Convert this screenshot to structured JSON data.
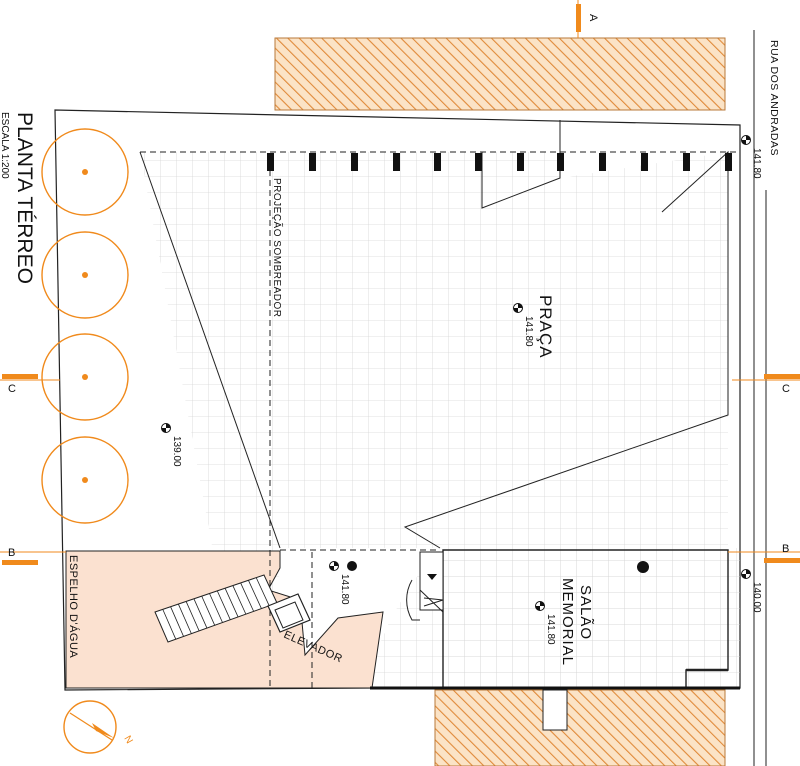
{
  "title": "PLANTA TÉRREO",
  "scale": "ESCALA 1:200",
  "street": "RUA DOS ANDRADAS",
  "colors": {
    "accent": "#f08a1c",
    "hatch_fill": "#fbe3c6",
    "water_fill": "#fbe1d0",
    "grid": "#d6d6d6",
    "line": "#222222"
  },
  "rooms": {
    "praca": "PRAÇA",
    "salao_line1": "SALÃO",
    "salao_line2": "MEMORIAL",
    "espelho": "ESPELHO D'ÁGUA",
    "elevador": "ELEVADOR",
    "projecao": "PROJEÇÃO SOMBREADOR"
  },
  "levels": {
    "praca": "141.80",
    "street": "141.80",
    "left": "139.00",
    "elevador": "141.80",
    "salao": "141.80",
    "right": "140.00"
  },
  "section_markers": {
    "a": "A",
    "b": "B",
    "c": "C"
  },
  "north_icon": "north-arrow-icon",
  "north_label": "N",
  "trees_count": 4
}
